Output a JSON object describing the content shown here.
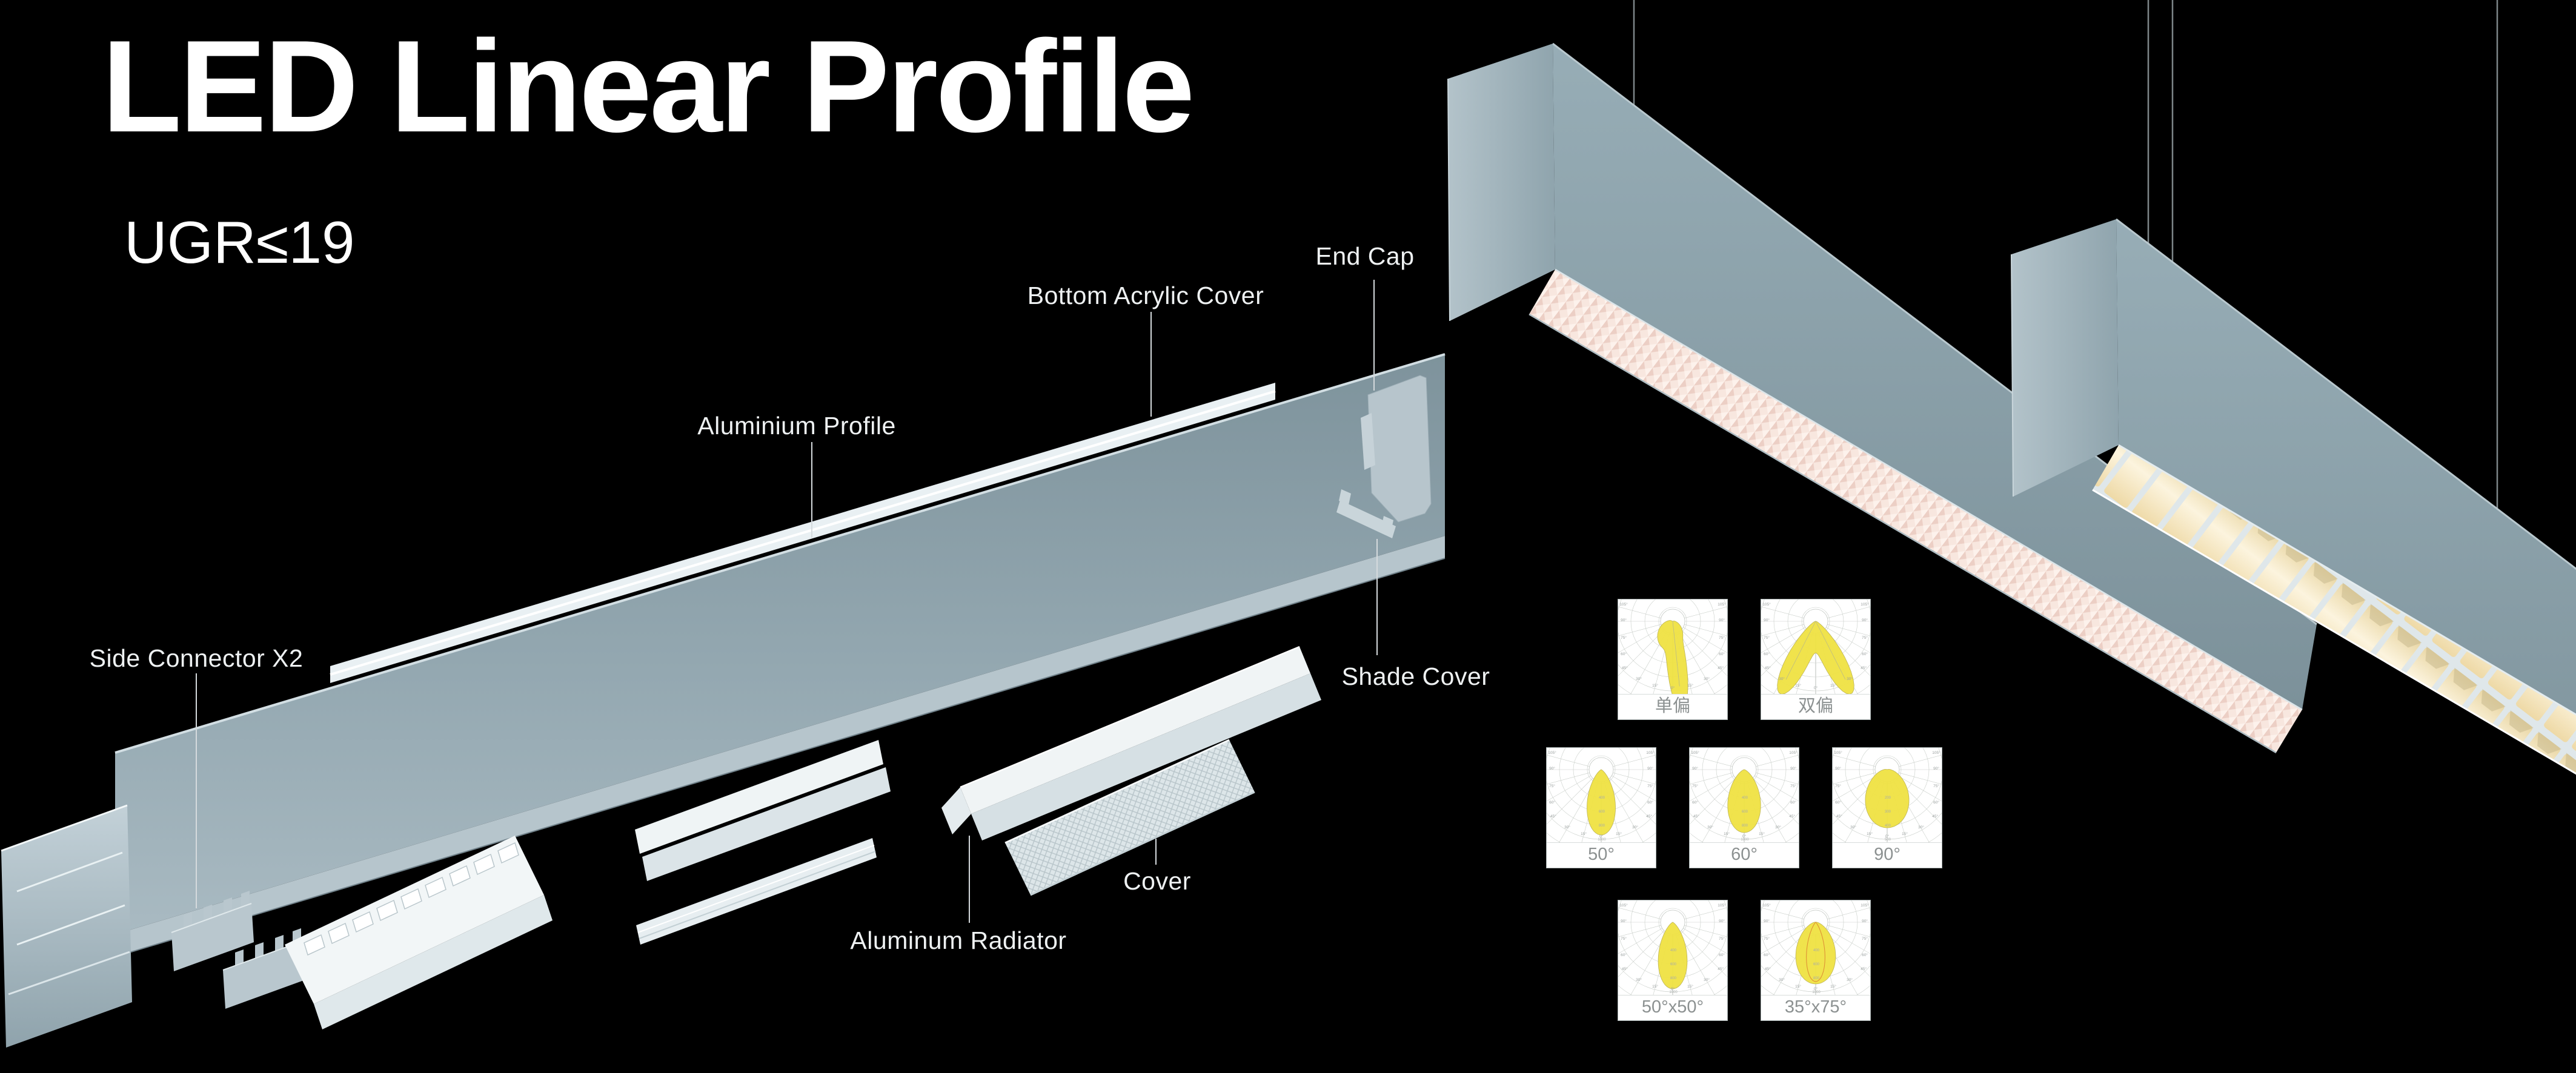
{
  "header": {
    "title": "LED Linear Profile",
    "subtitle": "UGR≤19"
  },
  "exploded": {
    "labels": {
      "end_cap": "End Cap",
      "bottom_acrylic_cover": "Bottom Acrylic Cover",
      "aluminium_profile": "Aluminium Profile",
      "side_connector": "Side Connector X2",
      "shade_cover": "Shade Cover",
      "cover": "Cover",
      "aluminum_radiator": "Aluminum Radiator"
    }
  },
  "colors": {
    "background": "#000000",
    "text": "#ffffff",
    "luminaire_body": "#8ba1ab",
    "diffuser_pink": "#f7e4dc",
    "louver_glow": "#f3e3bd",
    "beam_yellow": "#efe242",
    "beam_inner_orange": "#dd8a33",
    "chart_grid": "#c9cec9",
    "chart_label_grey": "#9aa09f"
  },
  "chart_data": [
    {
      "type": "polar_photometric",
      "label": "单偏",
      "angle_ticks": [
        105,
        90,
        75,
        60,
        45,
        30,
        15,
        0
      ],
      "lobes": [
        {
          "tilt": -10,
          "length": 48,
          "width": 45
        },
        {
          "tilt": 6,
          "length": 102,
          "width": 8
        }
      ],
      "inner_lobes": [],
      "axis_lines": [
        6
      ],
      "ring_labels": []
    },
    {
      "type": "polar_photometric",
      "label": "双偏",
      "angle_ticks": [
        105,
        90,
        75,
        60,
        45,
        30,
        15,
        0
      ],
      "lobes": [
        {
          "tilt": -27,
          "length": 105,
          "width": 11
        },
        {
          "tilt": 27,
          "length": 105,
          "width": 11
        },
        {
          "tilt": 0,
          "length": 42,
          "width": 30
        }
      ],
      "inner_lobes": [],
      "axis_lines": [
        -27,
        27
      ],
      "ring_labels": []
    },
    {
      "type": "polar_photometric",
      "label": "50°",
      "beam_angle_deg": 50,
      "angle_ticks": [
        105,
        90,
        75,
        60,
        45,
        30,
        15,
        0
      ],
      "lobes": [
        {
          "tilt": 0,
          "length": 108,
          "width": 21
        }
      ],
      "inner_lobes": [],
      "axis_lines": [],
      "ring_labels": [
        400,
        600,
        800,
        1000
      ]
    },
    {
      "type": "polar_photometric",
      "label": "60°",
      "beam_angle_deg": 60,
      "angle_ticks": [
        105,
        90,
        75,
        60,
        45,
        30,
        15,
        0
      ],
      "lobes": [
        {
          "tilt": 0,
          "length": 104,
          "width": 25.5
        }
      ],
      "inner_lobes": [],
      "axis_lines": [],
      "ring_labels": [
        400,
        600,
        800,
        1000
      ]
    },
    {
      "type": "polar_photometric",
      "label": "90°",
      "beam_angle_deg": 90,
      "angle_ticks": [
        105,
        90,
        75,
        60,
        45,
        30,
        15,
        0
      ],
      "lobes": [
        {
          "tilt": 0,
          "length": 96,
          "width": 38
        }
      ],
      "inner_lobes": [],
      "axis_lines": [],
      "ring_labels": [
        200,
        300,
        400,
        500
      ]
    },
    {
      "type": "polar_photometric",
      "label": "50°x50°",
      "angle_ticks": [
        105,
        90,
        75,
        60,
        45,
        30,
        15,
        0
      ],
      "lobes": [
        {
          "tilt": 0,
          "length": 110,
          "width": 21
        }
      ],
      "inner_lobes": [],
      "axis_lines": [],
      "ring_labels": [
        400,
        600,
        800,
        1000
      ]
    },
    {
      "type": "polar_photometric",
      "label": "35°x75°",
      "angle_ticks": [
        105,
        90,
        75,
        60,
        45,
        30,
        15,
        0
      ],
      "lobes": [
        {
          "tilt": 0,
          "length": 102,
          "width": 32
        }
      ],
      "inner_lobes": [
        {
          "tilt": 0,
          "length": 98,
          "width": 15
        }
      ],
      "axis_lines": [],
      "ring_labels": [
        400,
        600,
        800,
        1000
      ]
    }
  ]
}
